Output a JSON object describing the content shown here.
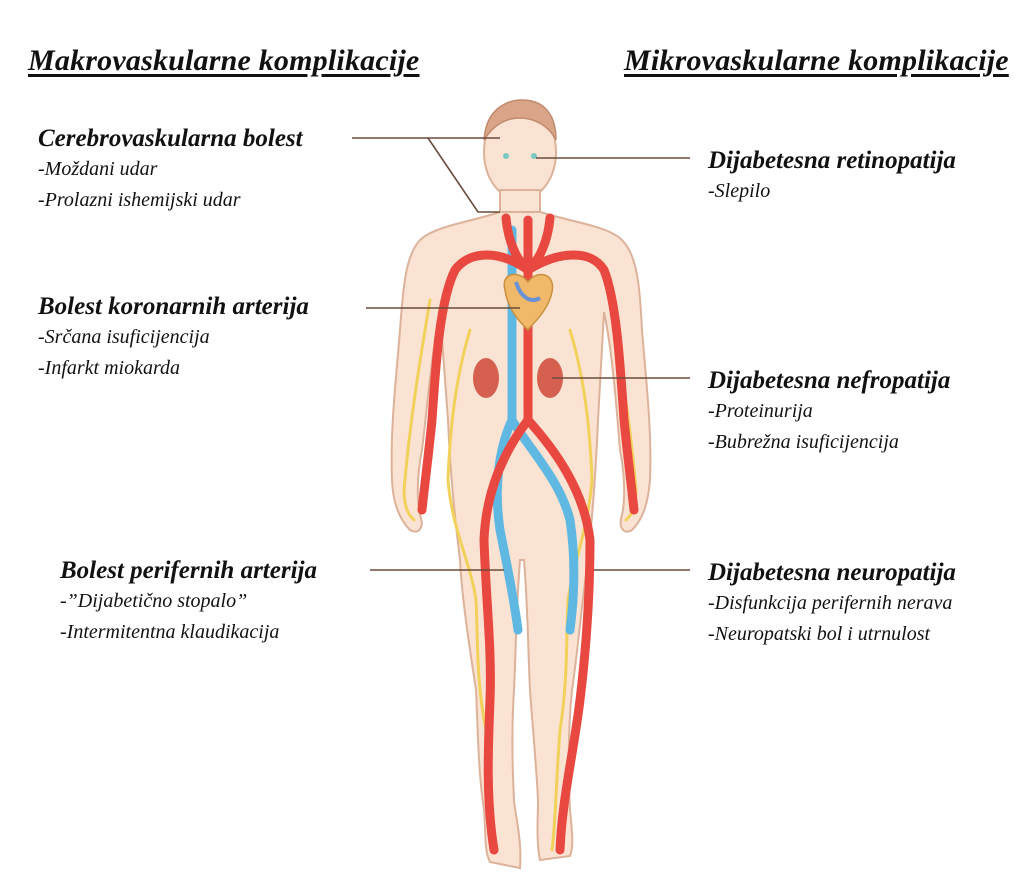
{
  "headings": {
    "macro": "Makrovaskularne komplikacije",
    "micro": "Mikrovaskularne komplikacije"
  },
  "left": [
    {
      "title": "Cerebrovaskularna bolest",
      "items": [
        "-Moždani udar",
        "-Prolazni ishemijski  udar"
      ]
    },
    {
      "title": "Bolest koronarnih arterija",
      "items": [
        "-Srčana isuficijencija",
        "-Infarkt miokarda"
      ]
    },
    {
      "title": "Bolest perifernih arterija",
      "items": [
        "-”Dijabetično stopalo”",
        "-Intermitentna klaudikacija"
      ]
    }
  ],
  "right": [
    {
      "title": "Dijabetesna retinopatija",
      "items": [
        "-Slepilo"
      ]
    },
    {
      "title": "Dijabetesna nefropatija",
      "items": [
        "-Proteinurija",
        "-Bubrežna isuficijencija"
      ]
    },
    {
      "title": "Dijabetesna neuropatija",
      "items": [
        "-Disfunkcija perifernih nerava",
        "-Neuropatski bol i utrnulost"
      ]
    }
  ],
  "colors": {
    "skin": "#fbe3d3",
    "skin_outline": "#ddb29a",
    "artery": "#e8483f",
    "vein": "#5fb8e2",
    "nerve": "#f2d15a",
    "kidney": "#d6604f",
    "leader_line": "#6b4c3b"
  }
}
